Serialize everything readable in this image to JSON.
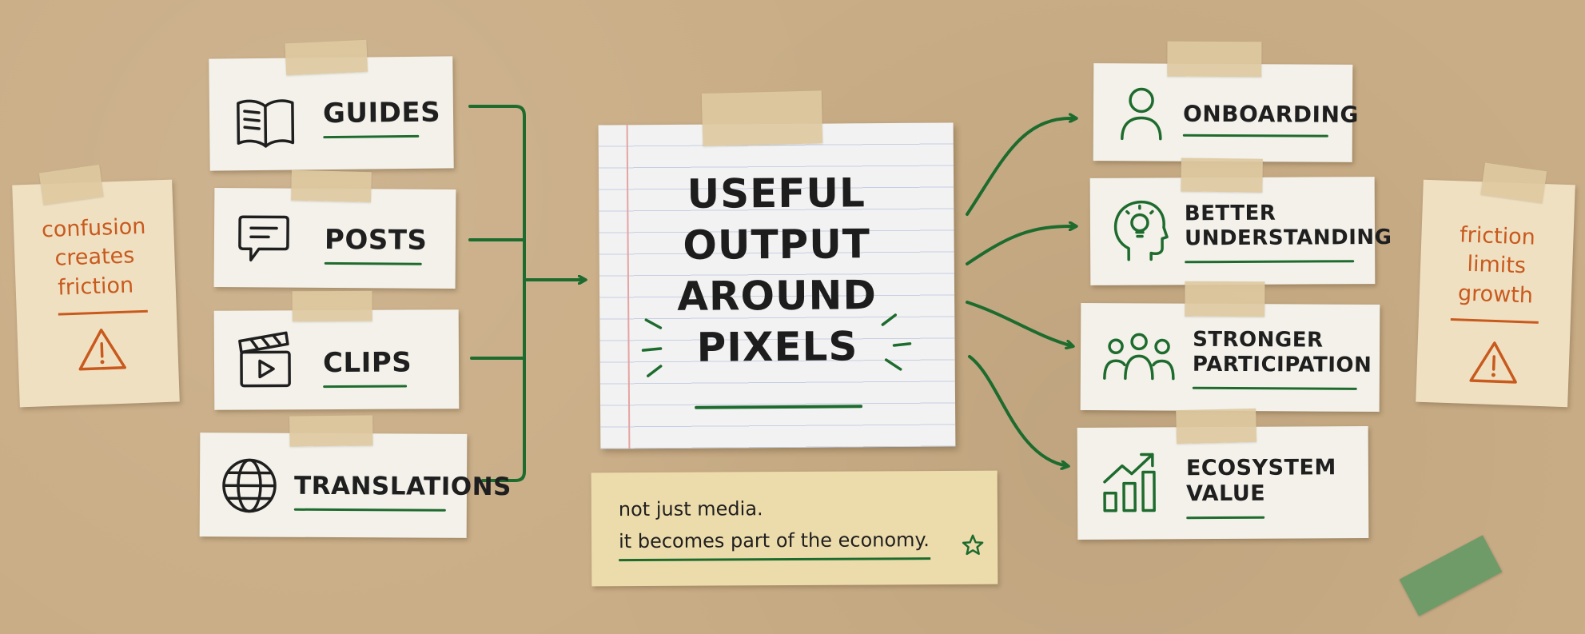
{
  "inputs": [
    {
      "label": "GUIDES",
      "icon": "open-book-icon"
    },
    {
      "label": "POSTS",
      "icon": "speech-bubble-icon"
    },
    {
      "label": "CLIPS",
      "icon": "clapperboard-icon"
    },
    {
      "label": "TRANSLATIONS",
      "icon": "globe-icon"
    }
  ],
  "center": {
    "title_lines": [
      "USEFUL",
      "OUTPUT",
      "AROUND",
      "PIXELS"
    ]
  },
  "outputs": [
    {
      "label_lines": [
        "ONBOARDING"
      ],
      "icon": "person-icon"
    },
    {
      "label_lines": [
        "BETTER",
        "UNDERSTANDING"
      ],
      "icon": "head-lightbulb-icon"
    },
    {
      "label_lines": [
        "STRONGER",
        "PARTICIPATION"
      ],
      "icon": "group-icon"
    },
    {
      "label_lines": [
        "ECOSYSTEM",
        "VALUE"
      ],
      "icon": "growth-chart-icon"
    }
  ],
  "left_note": {
    "lines": [
      "confusion",
      "creates",
      "friction"
    ],
    "icon": "warning-icon"
  },
  "right_note": {
    "lines": [
      "friction",
      "limits",
      "growth"
    ],
    "icon": "warning-icon"
  },
  "caption": {
    "lines": [
      "not just media.",
      "it becomes part of the economy."
    ],
    "icon": "star-icon"
  },
  "colors": {
    "board": "#c9ad86",
    "arrow_green": "#1e6b2e",
    "note_orange": "#c85a1e",
    "card": "#f3f1ea"
  }
}
